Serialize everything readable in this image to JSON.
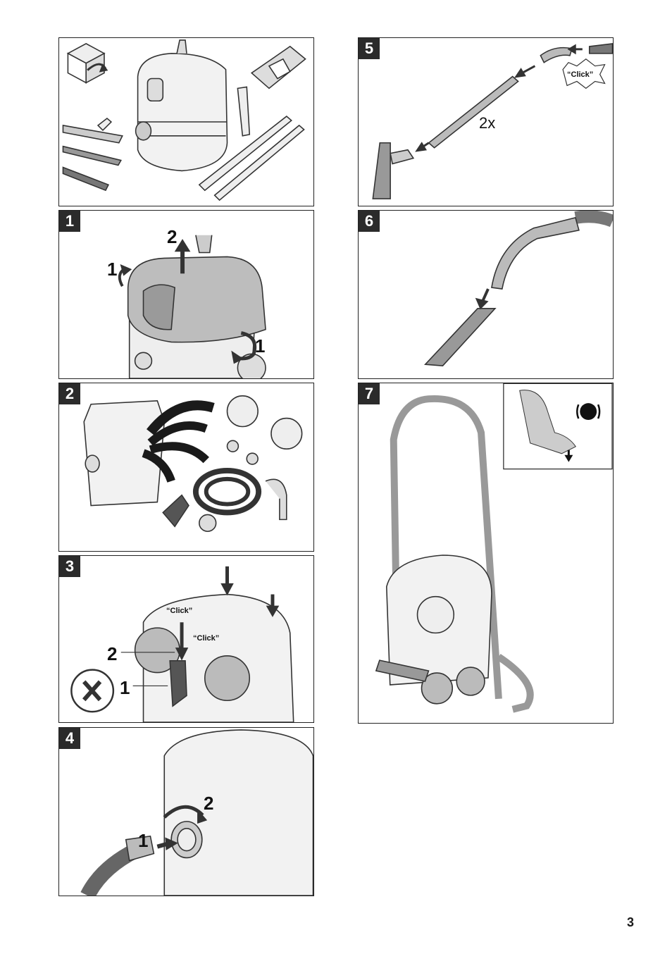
{
  "panels": {
    "p0": {},
    "p1": {
      "step": "1",
      "labels": [
        "2",
        "1",
        "1"
      ]
    },
    "p2": {
      "step": "2"
    },
    "p3": {
      "step": "3",
      "labels": [
        "2",
        "1"
      ],
      "clicks": [
        "“Click”",
        "“Click”"
      ]
    },
    "p4": {
      "step": "4",
      "labels": [
        "2",
        "1"
      ]
    },
    "p5": {
      "step": "5",
      "multiplier": "2x",
      "click": "“Click”"
    },
    "p6": {
      "step": "6"
    },
    "p7": {
      "step": "7"
    }
  },
  "page_number": "3",
  "colors": {
    "line": "#333333",
    "fill_light": "#e6e6e6",
    "fill_mid": "#bdbdbd",
    "fill_dark": "#8c8c8c",
    "badge": "#2b2b2b"
  }
}
